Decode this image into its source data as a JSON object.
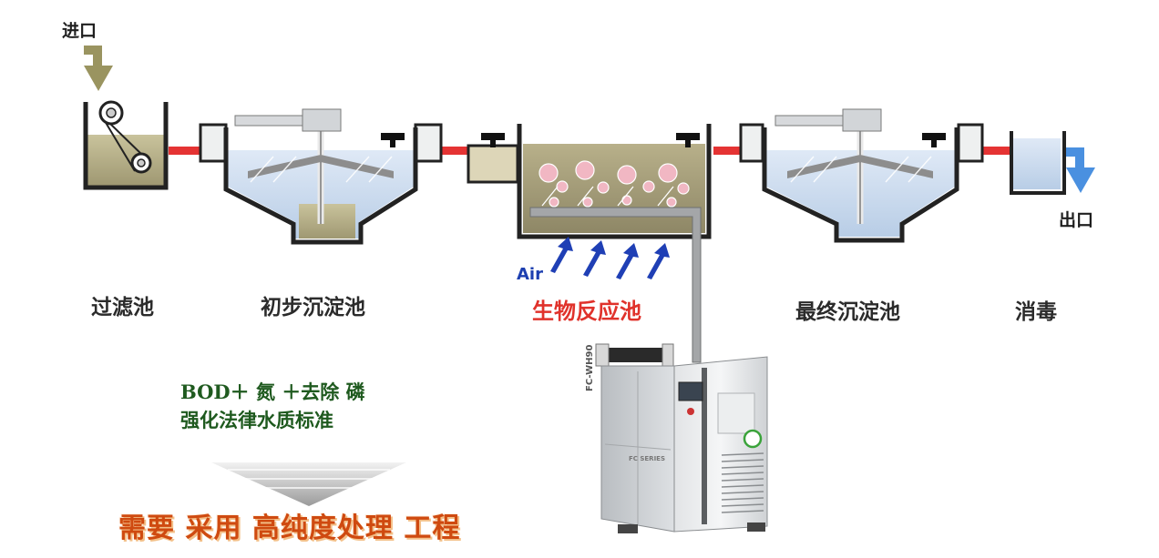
{
  "inlet_label": "进口",
  "outlet_label": "出口",
  "air_label": "Air",
  "stages": {
    "filter": "过滤池",
    "primary": "初步沉淀池",
    "bio": "生物反应池",
    "final": "最终沉淀池",
    "disinfect": "消毒"
  },
  "note": {
    "line1": "BOD＋ 氮 ＋去除 磷",
    "line2": "强化法律水质标准"
  },
  "conclusion": "需要 采用 高纯度处理 工程",
  "machine": {
    "brand": "FC-WH90",
    "sub": "FC SERIES"
  },
  "colors": {
    "pipe": "#e53333",
    "water": "#c7d8ee",
    "sludge": "#b2aa80",
    "arrow_air": "#1f3fb5",
    "arrow_inlet": "#9a9460",
    "arrow_outlet": "#4a90e0",
    "highlight": "#e0322b"
  }
}
